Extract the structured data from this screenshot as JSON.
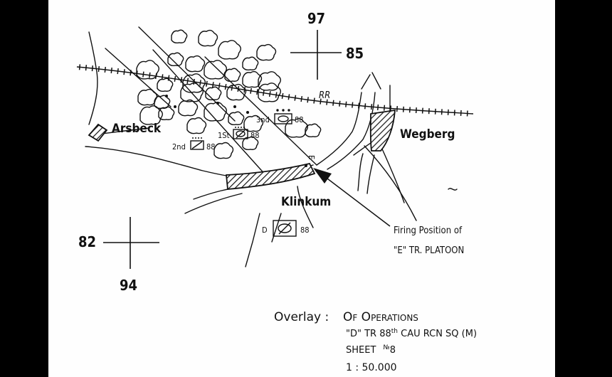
{
  "map": {
    "grid_top_vertical": "97",
    "grid_top_horizontal": "85",
    "grid_bottom_horizontal": "82",
    "grid_bottom_vertical": "94",
    "railroad_label": "RR",
    "towns": {
      "arsbeck": "Arsbeck",
      "wegberg": "Wegberg",
      "klinkum": "Klinkum"
    },
    "units": {
      "third": {
        "ordinal": "3nd",
        "number": "88"
      },
      "first": {
        "ordinal": "1St",
        "number": "88"
      },
      "second": {
        "ordinal": "2nd",
        "number": "88"
      },
      "troop_d": {
        "letter": "D",
        "number": "88"
      },
      "e_troop_mark": "E"
    },
    "annotation": {
      "line1": "Firing Position of",
      "line2": "\"E\" TR. PLATOON"
    }
  },
  "legend": {
    "overlay_label": "Overlay :",
    "title": "Of Operations",
    "unit_line_a": "\"D\" TR  88",
    "unit_line_sup": "th",
    "unit_line_b": " CAU  RCN  SQ (M)",
    "sheet_label": "SHEET",
    "sheet_number": "8",
    "sheet_prefix": "№",
    "scale": "1 : 50.000"
  },
  "colors": {
    "ink": "#111111",
    "paper": "#fefefe",
    "border": "#000000"
  }
}
